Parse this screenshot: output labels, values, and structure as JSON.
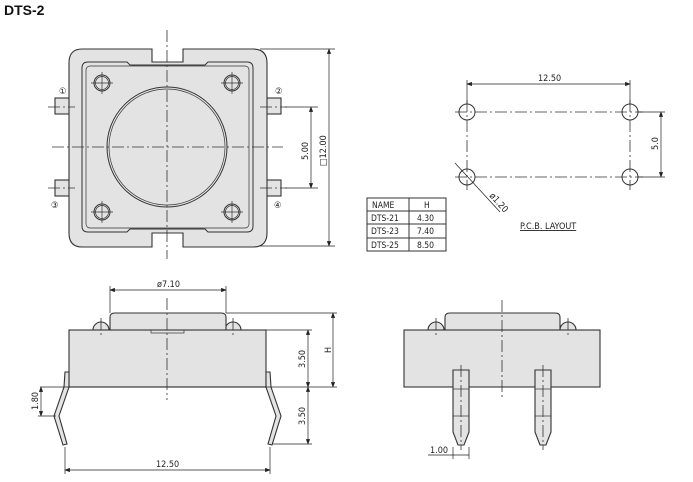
{
  "title": "DTS-2",
  "top_view": {
    "pin_labels": [
      "①",
      "②",
      "③",
      "④"
    ],
    "dim_pin_pitch": "5.00",
    "dim_body": "□12.00"
  },
  "pcb_layout": {
    "label": "P.C.B. LAYOUT",
    "dim_width": "12.50",
    "dim_height": "5.0",
    "dim_hole": "ø1.20"
  },
  "height_table": {
    "headers": [
      "NAME",
      "H"
    ],
    "rows": [
      [
        "DTS-21",
        "4.30"
      ],
      [
        "DTS-23",
        "7.40"
      ],
      [
        "DTS-25",
        "8.50"
      ]
    ]
  },
  "side_view": {
    "dim_cap": "ø7.10",
    "dim_body_height": "3.50",
    "dim_total": "H",
    "dim_lead_length": "3.50",
    "dim_bend": "1.80",
    "dim_lead_span": "12.50"
  },
  "end_view": {
    "dim_pin_width": "1.00"
  },
  "colors": {
    "body_fill": "#e3e3e3",
    "line": "#333333"
  }
}
